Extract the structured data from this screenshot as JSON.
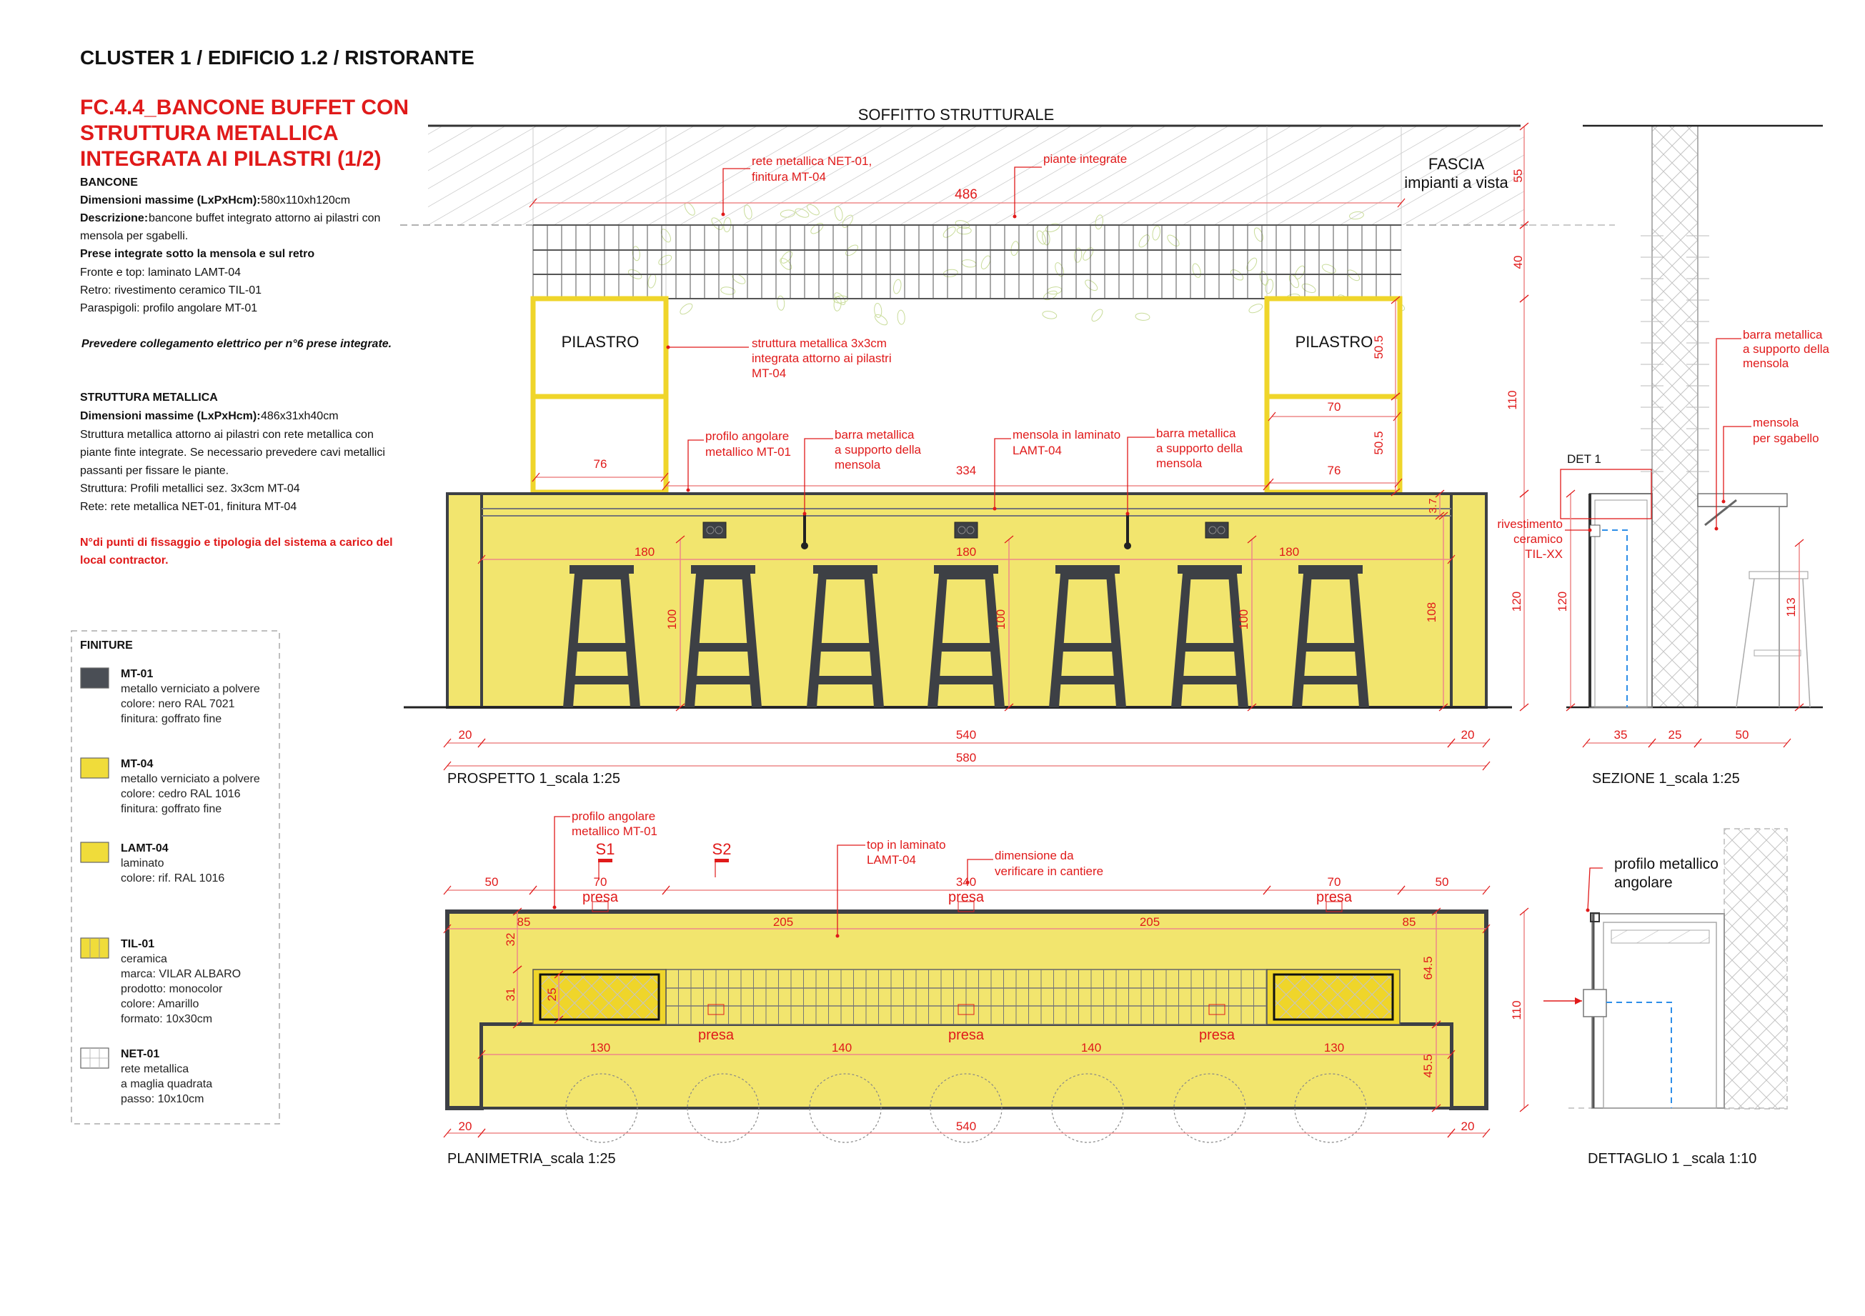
{
  "header": {
    "title": "CLUSTER 1 / EDIFICIO 1.2 / RISTORANTE"
  },
  "sheet": {
    "title_lines": [
      "FC.4.4_BANCONE BUFFET CON",
      "STRUTTURA METALLICA",
      "INTEGRATA AI PILASTRI (1/2)"
    ]
  },
  "spec": {
    "bancone": {
      "heading": "BANCONE",
      "dim_label": "Dimensioni massime (LxPxHcm):",
      "dim_value": " 580x110xh120cm",
      "desc_label": "Descrizione:",
      "desc_value": " bancone buffet integrato attorno ai pilastri con",
      "desc_value2": "mensola per sgabelli.",
      "prese": "Prese integrate sotto la mensola e sul retro",
      "fronte": "Fronte e top: laminato LAMT-04",
      "retro": "Retro: rivestimento ceramico TIL-01",
      "paraspigoli": "Paraspigoli: profilo angolare MT-01",
      "note": "Prevedere collegamento elettrico per n°6 prese integrate."
    },
    "struttura": {
      "heading": "STRUTTURA METALLICA",
      "dim_label": "Dimensioni massime (LxPxHcm):",
      "dim_value": " 486x31xh40cm",
      "lines": [
        "Struttura metallica attorno ai pilastri con rete metallica con",
        "piante finte integrate. Se necessario prevedere cavi metallici",
        "passanti per fissare le piante.",
        "Struttura: Profili metallici sez. 3x3cm MT-04",
        "Rete: rete metallica NET-01, finitura MT-04"
      ],
      "warning": [
        "N°di punti di fissaggio e tipologia del sistema a carico del",
        "local contractor."
      ]
    }
  },
  "finiture": {
    "heading": "FINITURE",
    "items": [
      {
        "code": "MT-01",
        "color": "#4a4e55",
        "lines": [
          "metallo verniciato a polvere",
          "colore: nero RAL 7021",
          "finitura: goffrato fine"
        ]
      },
      {
        "code": "MT-04",
        "color": "#f0dc3a",
        "lines": [
          "metallo verniciato a polvere",
          "colore: cedro RAL 1016",
          "finitura: goffrato fine"
        ]
      },
      {
        "code": "LAMT-04",
        "color": "#f0dc3a",
        "lines": [
          "laminato",
          "colore: rif. RAL 1016"
        ]
      },
      {
        "code": "TIL-01",
        "color": "#f0dc3a",
        "lines": [
          "ceramica",
          "marca: VILAR ALBARO",
          "prodotto: monocolor",
          "colore: Amarillo",
          "formato: 10x30cm"
        ]
      },
      {
        "code": "NET-01",
        "color": "#ffffff",
        "lines": [
          "rete metallica",
          "a maglia quadrata",
          "passo: 10x10cm"
        ]
      }
    ]
  },
  "colors": {
    "red": "#e01a1a",
    "yellow": "#f2e56e",
    "frame": "#efd52a",
    "dark": "#3d4045"
  },
  "prospetto": {
    "soffitto": "SOFFITTO STRUTTURALE",
    "fascia": [
      "FASCIA",
      "impianti a vista"
    ],
    "pilastro": "PILASTRO",
    "notes": {
      "rete": [
        "rete metallica NET-01,",
        "finitura MT-04"
      ],
      "piante": [
        "piante integrate"
      ],
      "struttura": [
        "struttura metallica 3x3cm",
        "integrata attorno ai pilastri",
        "MT-04"
      ],
      "profilo": [
        "profilo angolare",
        "metallico MT-01"
      ],
      "barra": [
        "barra metallica",
        "a supporto della",
        "mensola"
      ],
      "mensola": [
        "mensola in laminato",
        "LAMT-04"
      ]
    },
    "dims": {
      "d486": "486",
      "d55": "55",
      "d40": "40",
      "d110": "110",
      "d120": "120",
      "d50_5": "50.5",
      "d70": "70",
      "d76": "76",
      "d334": "334",
      "d3_7": "3.7",
      "d180": "180",
      "d100": "100",
      "d108": "108",
      "d20": "20",
      "d540": "540",
      "d580": "580"
    },
    "caption": "PROSPETTO 1_scala 1:25"
  },
  "sezione": {
    "det": "DET 1",
    "notes": {
      "barra": [
        "barra metallica",
        "a supporto della",
        "mensola"
      ],
      "mensola": [
        "mensola",
        "per sgabello"
      ],
      "rivestimento": [
        "rivestimento",
        "ceramico",
        "TIL-XX"
      ]
    },
    "dims": {
      "d120": "120",
      "d113": "113",
      "d35": "35",
      "d25": "25",
      "d50": "50"
    },
    "caption": "SEZIONE 1_scala 1:25"
  },
  "planimetria": {
    "notes": {
      "profilo": [
        "profilo angolare",
        "metallico MT-01"
      ],
      "top": [
        "top in laminato",
        "LAMT-04"
      ],
      "dimensione": [
        "dimensione da",
        "verificare in cantiere"
      ]
    },
    "sections": [
      "S1",
      "S2"
    ],
    "presa": "presa",
    "dims": {
      "d50": "50",
      "d70": "70",
      "d340": "340",
      "d85": "85",
      "d205": "205",
      "d32": "32",
      "d31": "31",
      "d25": "25",
      "d64_5": "64.5",
      "d45_5": "45.5",
      "d110": "110",
      "d130": "130",
      "d140": "140",
      "d20": "20",
      "d540": "540"
    },
    "caption": "PLANIMETRIA_scala 1:25"
  },
  "dettaglio": {
    "note": [
      "profilo metallico",
      "angolare"
    ],
    "caption": "DETTAGLIO 1 _scala 1:10"
  }
}
